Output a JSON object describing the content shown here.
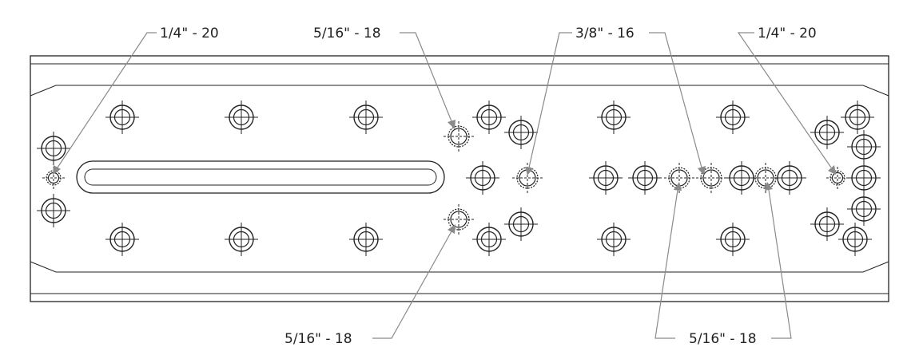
{
  "callouts": {
    "top_left": "1/4\" - 20",
    "top_left_center": "5/16\" - 18",
    "top_right_center": "3/8\" - 16",
    "top_right": "1/4\" - 20",
    "bottom_left": "5/16\" - 18",
    "bottom_right": "5/16\" - 18"
  }
}
